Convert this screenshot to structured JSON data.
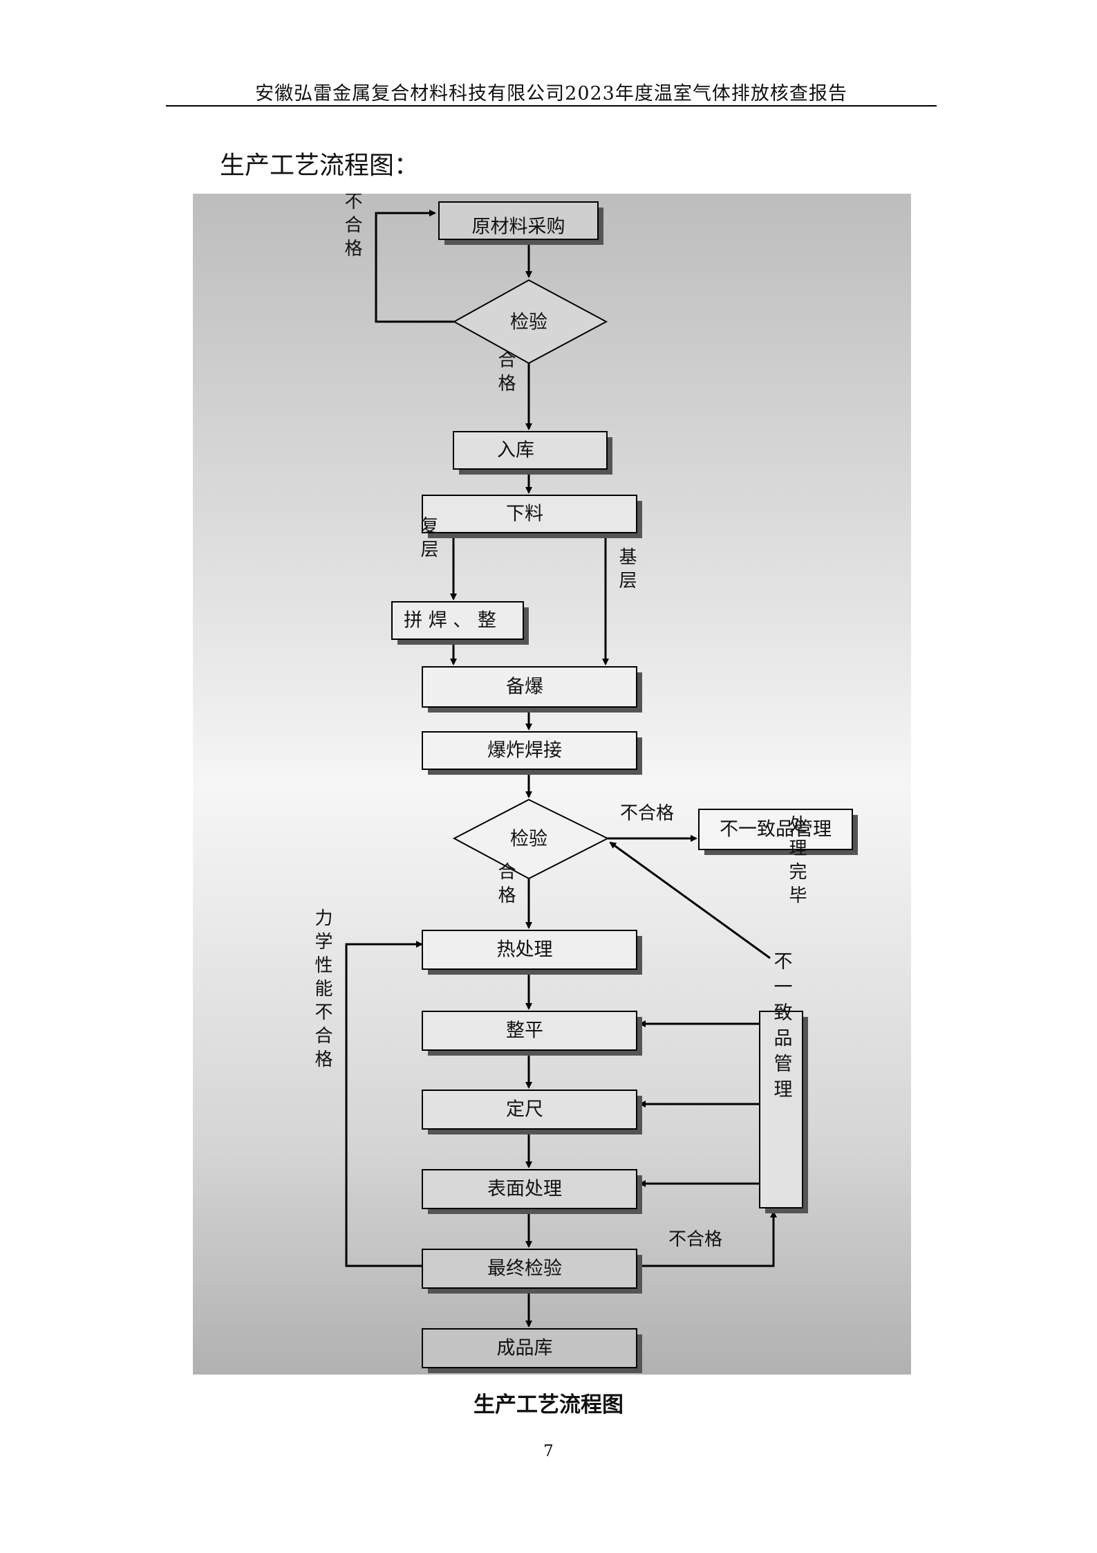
{
  "header": {
    "text": "安徽弘雷金属复合材料科技有限公司2023年度温室气体排放核查报告"
  },
  "section_title": "生产工艺流程图：",
  "flowchart": {
    "nodes": {
      "purchase": "原材料采购",
      "inspect1": "检验",
      "storage": "入库",
      "cutting": "下料",
      "splice": "拼 焊 、 整",
      "prep": "备爆",
      "explosion": "爆炸焊接",
      "inspect2": "检验",
      "nonconform1": "不一致品管理",
      "heat": "热处理",
      "flatten": "整平",
      "sizing": "定尺",
      "surface": "表面处理",
      "final": "最终检验",
      "warehouse": "成品库",
      "nonconform2": "不一致品管理"
    },
    "labels": {
      "fail1": "不合格",
      "pass1": "合格",
      "clad": "复层",
      "base": "基层",
      "fail2": "不合格",
      "done": "处理完毕",
      "pass2": "合格",
      "mech_fail": "力学性能不合格",
      "fail3": "不合格"
    }
  },
  "caption": "生产工艺流程图",
  "page_number": "7"
}
